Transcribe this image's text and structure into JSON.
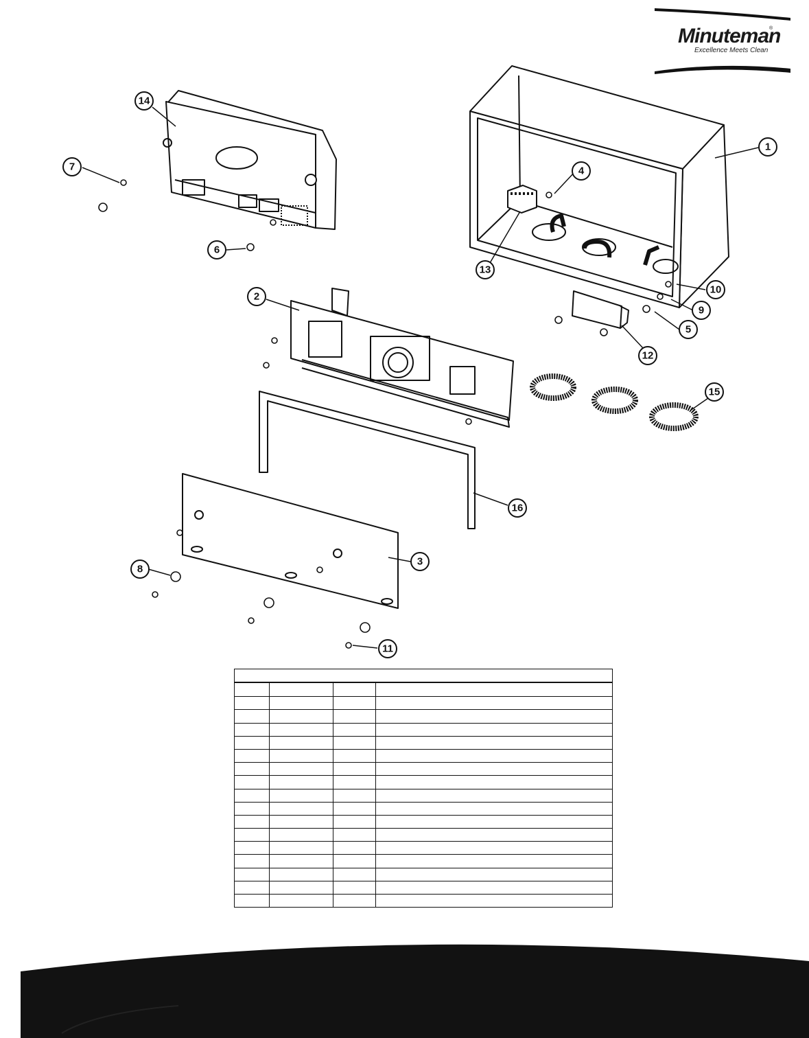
{
  "logo": {
    "brand": "Minuteman",
    "tagline": "Excellence Meets Clean",
    "registered": "®"
  },
  "callouts": [
    "1",
    "2",
    "3",
    "4",
    "5",
    "6",
    "7",
    "8",
    "9",
    "10",
    "11",
    "12",
    "13",
    "14",
    "15",
    "16"
  ],
  "parts_table": {
    "title": "",
    "columns": [
      "",
      "",
      "",
      ""
    ],
    "row_count": 16,
    "rows": [
      [
        "",
        "",
        "",
        ""
      ],
      [
        "",
        "",
        "",
        ""
      ],
      [
        "",
        "",
        "",
        ""
      ],
      [
        "",
        "",
        "",
        ""
      ],
      [
        "",
        "",
        "",
        ""
      ],
      [
        "",
        "",
        "",
        ""
      ],
      [
        "",
        "",
        "",
        ""
      ],
      [
        "",
        "",
        "",
        ""
      ],
      [
        "",
        "",
        "",
        ""
      ],
      [
        "",
        "",
        "",
        ""
      ],
      [
        "",
        "",
        "",
        ""
      ],
      [
        "",
        "",
        "",
        ""
      ],
      [
        "",
        "",
        "",
        ""
      ],
      [
        "",
        "",
        "",
        ""
      ],
      [
        "",
        "",
        "",
        ""
      ],
      [
        "",
        "",
        "",
        ""
      ]
    ]
  }
}
